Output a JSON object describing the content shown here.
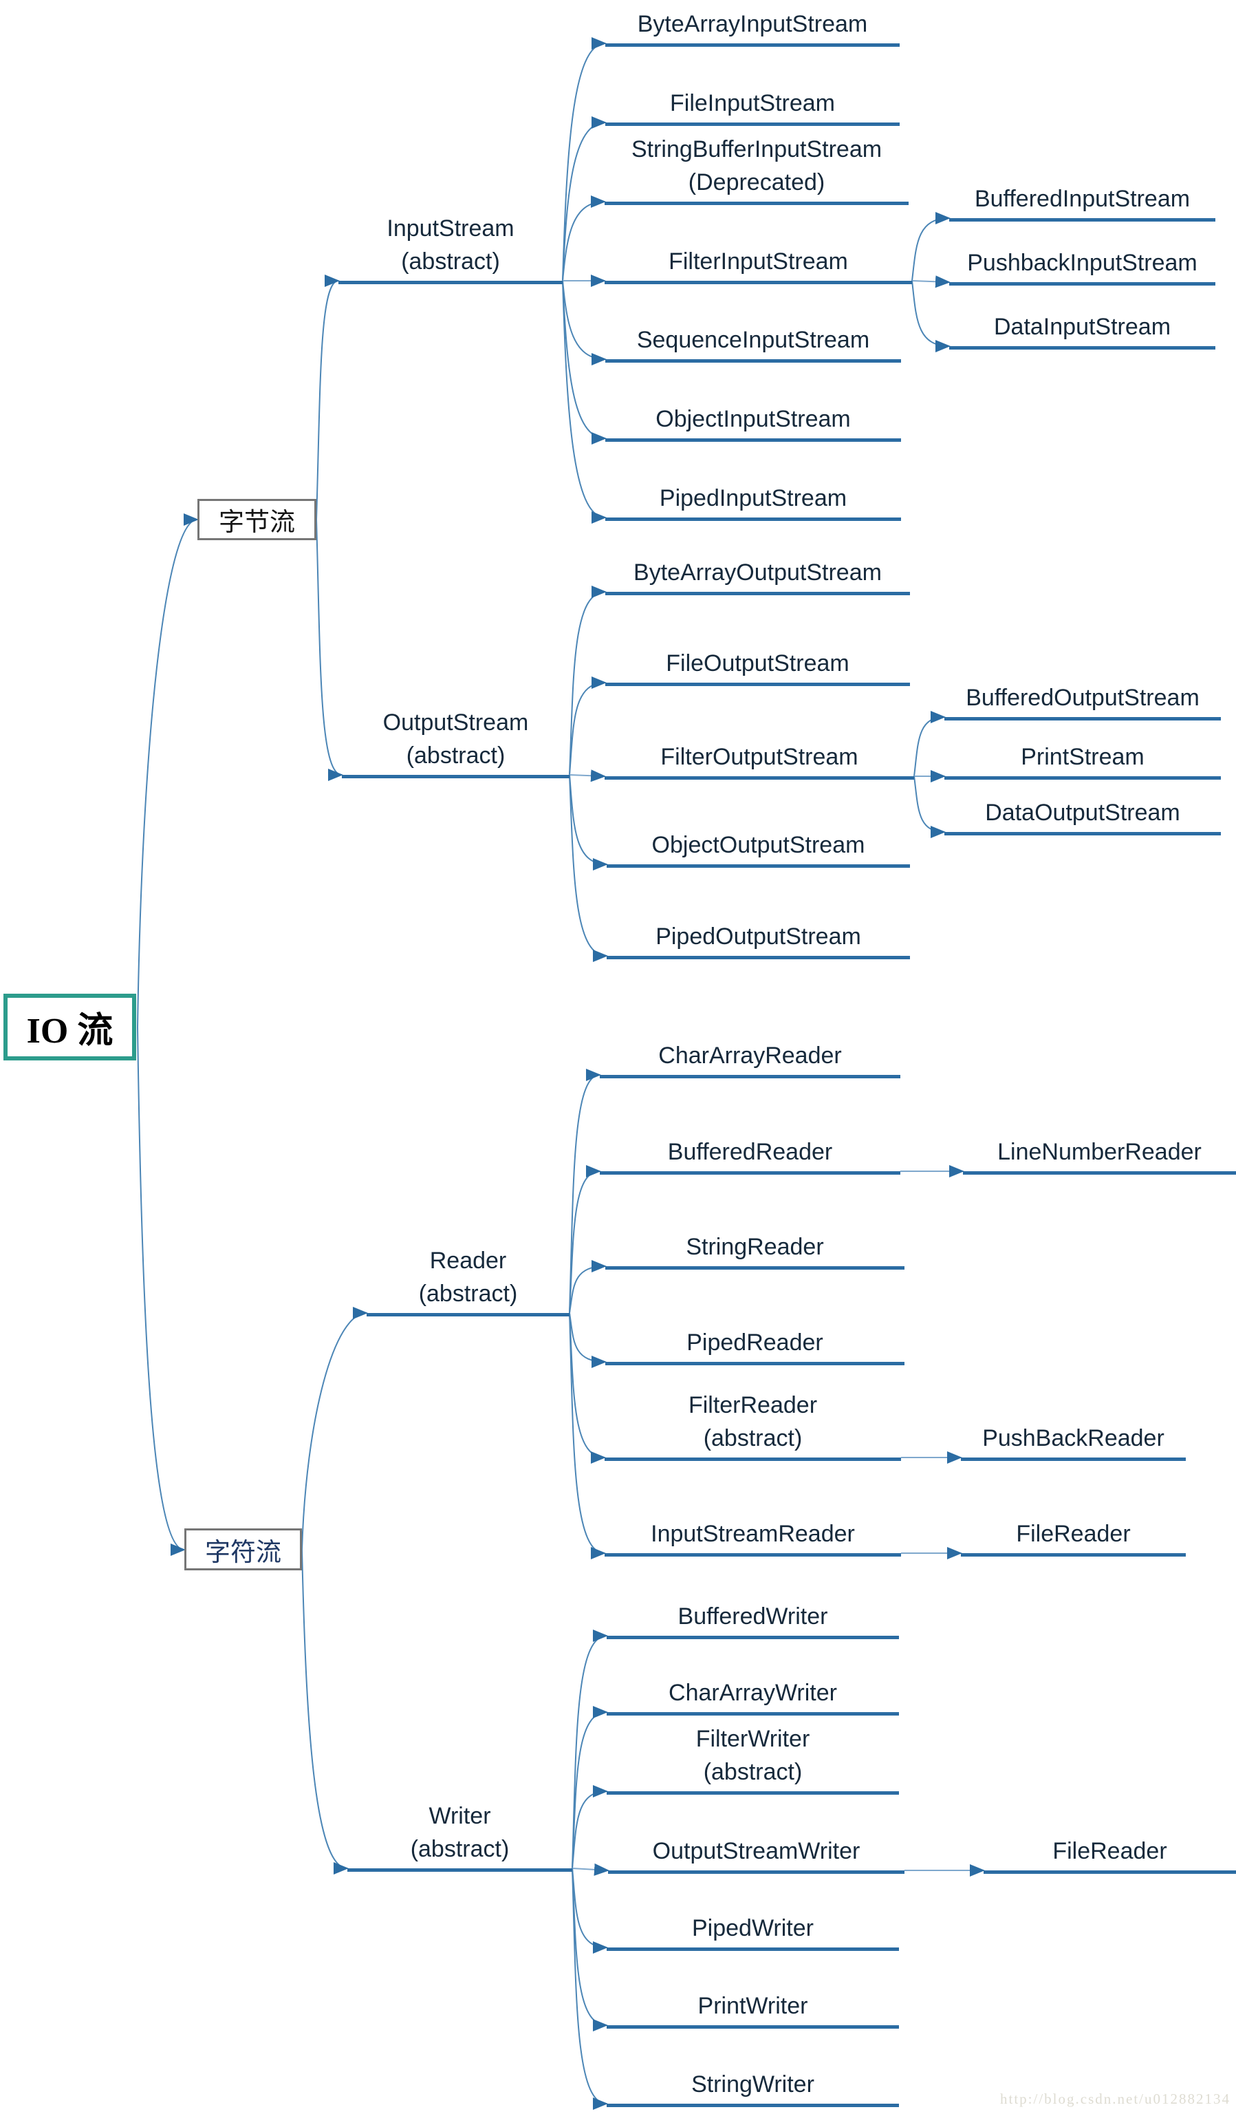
{
  "root": {
    "label": "IO 流"
  },
  "categories": [
    {
      "id": "byte",
      "label": "字节流"
    },
    {
      "id": "char",
      "label": "字符流"
    }
  ],
  "nodes": [
    {
      "id": "inputstream",
      "label": "InputStream",
      "label2": "(abstract)"
    },
    {
      "id": "bais",
      "label": "ByteArrayInputStream"
    },
    {
      "id": "fis",
      "label": "FileInputStream"
    },
    {
      "id": "sbis",
      "label": "StringBufferInputStream",
      "label2": "(Deprecated)"
    },
    {
      "id": "filis",
      "label": "FilterInputStream"
    },
    {
      "id": "seqis",
      "label": "SequenceInputStream"
    },
    {
      "id": "ois",
      "label": "ObjectInputStream"
    },
    {
      "id": "pis",
      "label": "PipedInputStream"
    },
    {
      "id": "bufis",
      "label": "BufferedInputStream"
    },
    {
      "id": "pbis",
      "label": "PushbackInputStream"
    },
    {
      "id": "dis",
      "label": "DataInputStream"
    },
    {
      "id": "outputstream",
      "label": "OutputStream",
      "label2": "(abstract)"
    },
    {
      "id": "baos",
      "label": "ByteArrayOutputStream"
    },
    {
      "id": "fos",
      "label": "FileOutputStream"
    },
    {
      "id": "filos",
      "label": "FilterOutputStream"
    },
    {
      "id": "oos",
      "label": "ObjectOutputStream"
    },
    {
      "id": "pos",
      "label": "PipedOutputStream"
    },
    {
      "id": "bufos",
      "label": "BufferedOutputStream"
    },
    {
      "id": "prints",
      "label": "PrintStream"
    },
    {
      "id": "dos",
      "label": "DataOutputStream"
    },
    {
      "id": "reader",
      "label": "Reader",
      "label2": "(abstract)"
    },
    {
      "id": "car",
      "label": "CharArrayReader"
    },
    {
      "id": "bufr",
      "label": "BufferedReader"
    },
    {
      "id": "strr",
      "label": "StringReader"
    },
    {
      "id": "pipr",
      "label": "PipedReader"
    },
    {
      "id": "filr",
      "label": "FilterReader",
      "label2": "(abstract)"
    },
    {
      "id": "isr",
      "label": "InputStreamReader"
    },
    {
      "id": "lnr",
      "label": "LineNumberReader"
    },
    {
      "id": "pbr",
      "label": "PushBackReader"
    },
    {
      "id": "fr",
      "label": "FileReader"
    },
    {
      "id": "writer",
      "label": "Writer",
      "label2": "(abstract)"
    },
    {
      "id": "bufw",
      "label": "BufferedWriter"
    },
    {
      "id": "caw",
      "label": "CharArrayWriter"
    },
    {
      "id": "filw",
      "label": "FilterWriter",
      "label2": "(abstract)"
    },
    {
      "id": "osw",
      "label": "OutputStreamWriter"
    },
    {
      "id": "pipw",
      "label": "PipedWriter"
    },
    {
      "id": "prw",
      "label": "PrintWriter"
    },
    {
      "id": "strw",
      "label": "StringWriter"
    },
    {
      "id": "fr2",
      "label": "FileReader"
    }
  ],
  "edges": [
    [
      "root",
      "byte"
    ],
    [
      "root",
      "char"
    ],
    [
      "byte",
      "inputstream"
    ],
    [
      "byte",
      "outputstream"
    ],
    [
      "char",
      "reader"
    ],
    [
      "char",
      "writer"
    ],
    [
      "inputstream",
      "bais"
    ],
    [
      "inputstream",
      "fis"
    ],
    [
      "inputstream",
      "sbis"
    ],
    [
      "inputstream",
      "filis"
    ],
    [
      "inputstream",
      "seqis"
    ],
    [
      "inputstream",
      "ois"
    ],
    [
      "inputstream",
      "pis"
    ],
    [
      "filis",
      "bufis"
    ],
    [
      "filis",
      "pbis"
    ],
    [
      "filis",
      "dis"
    ],
    [
      "outputstream",
      "baos"
    ],
    [
      "outputstream",
      "fos"
    ],
    [
      "outputstream",
      "filos"
    ],
    [
      "outputstream",
      "oos"
    ],
    [
      "outputstream",
      "pos"
    ],
    [
      "filos",
      "bufos"
    ],
    [
      "filos",
      "prints"
    ],
    [
      "filos",
      "dos"
    ],
    [
      "reader",
      "car"
    ],
    [
      "reader",
      "bufr"
    ],
    [
      "reader",
      "strr"
    ],
    [
      "reader",
      "pipr"
    ],
    [
      "reader",
      "filr"
    ],
    [
      "reader",
      "isr"
    ],
    [
      "bufr",
      "lnr"
    ],
    [
      "filr",
      "pbr"
    ],
    [
      "isr",
      "fr"
    ],
    [
      "writer",
      "bufw"
    ],
    [
      "writer",
      "caw"
    ],
    [
      "writer",
      "filw"
    ],
    [
      "writer",
      "osw"
    ],
    [
      "writer",
      "pipw"
    ],
    [
      "writer",
      "prw"
    ],
    [
      "writer",
      "strw"
    ],
    [
      "osw",
      "fr2"
    ]
  ],
  "watermark": {
    "text": "http://blog.csdn.net/u012882134"
  },
  "colors": {
    "underline": "#2b6ca3",
    "curve": "#4c86b6",
    "connector": "#7fa8cd",
    "text": "#16293b",
    "root_border": "#2c9c8c",
    "box_border": "#767676",
    "char_text": "#1f3864",
    "watermark": "#dedcd2"
  }
}
